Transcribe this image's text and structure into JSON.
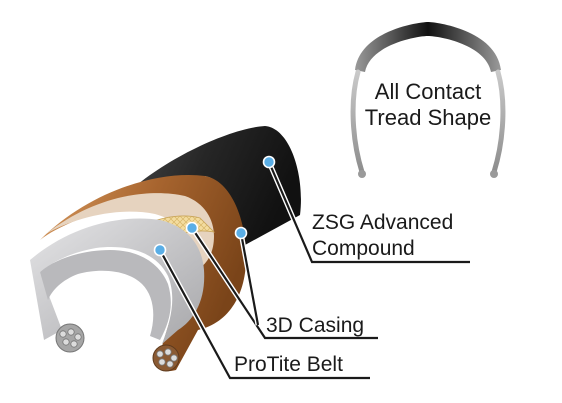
{
  "inset": {
    "lines": [
      "All Contact",
      "Tread Shape"
    ]
  },
  "labels": {
    "compound": [
      "ZSG Advanced",
      "Compound"
    ],
    "casing": "3D Casing",
    "belt": "ProTite Belt"
  },
  "colors": {
    "tread": "#2b2b2b",
    "casing_brown": "#a4622d",
    "casing_light": "#c98a4f",
    "belt_yellow": "#f1d89a",
    "inner_grey": "#c9c9cb",
    "inner_dark": "#9e9ea1",
    "marker": "#5aaee6"
  }
}
